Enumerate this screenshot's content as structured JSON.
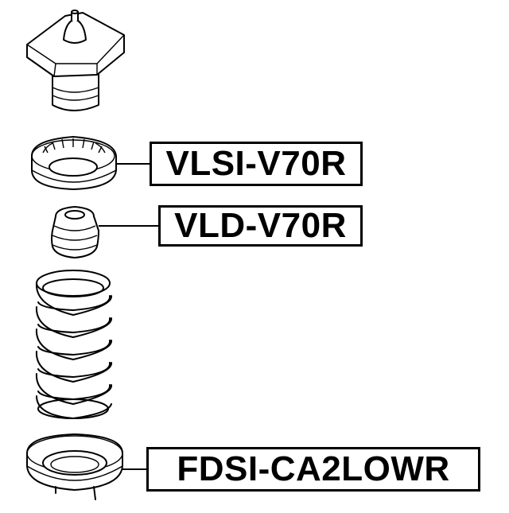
{
  "diagram": {
    "parts": [
      {
        "part_number": "VLSI-V70R"
      },
      {
        "part_number": "VLD-V70R"
      },
      {
        "part_number": "FDSI-CA2LOWR"
      }
    ]
  }
}
